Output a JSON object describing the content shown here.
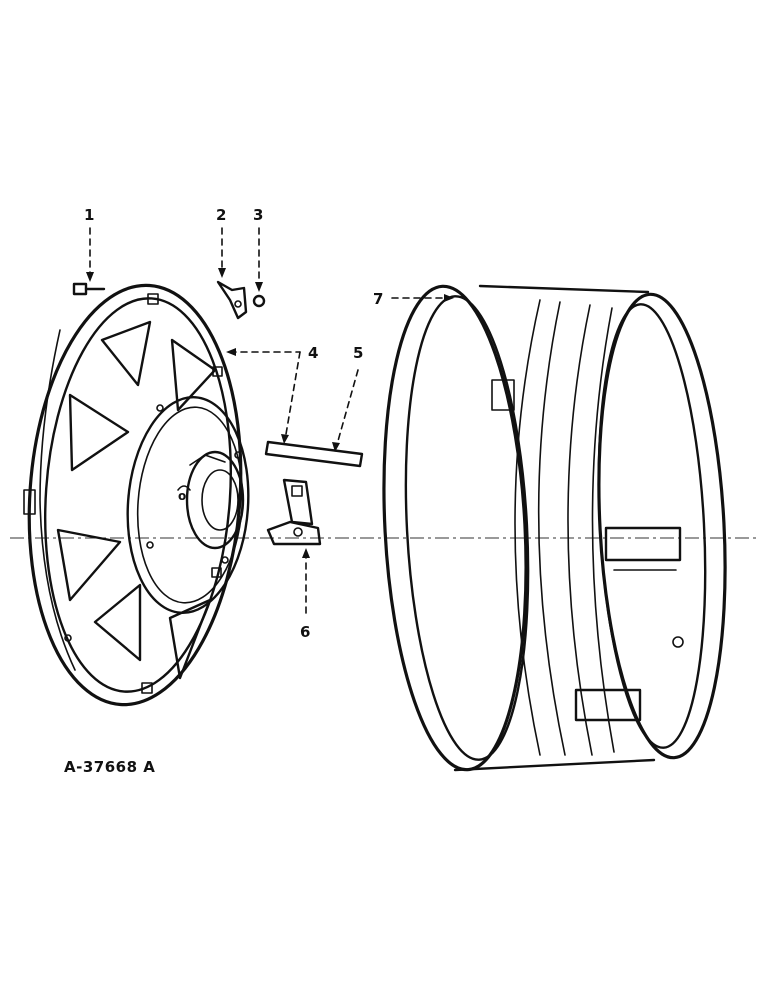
{
  "figure_code": "A-37668 A",
  "callouts": [
    {
      "id": "1",
      "label": "1"
    },
    {
      "id": "2",
      "label": "2"
    },
    {
      "id": "3",
      "label": "3"
    },
    {
      "id": "4",
      "label": "4"
    },
    {
      "id": "5",
      "label": "5"
    },
    {
      "id": "6",
      "label": "6"
    },
    {
      "id": "7",
      "label": "7"
    }
  ]
}
